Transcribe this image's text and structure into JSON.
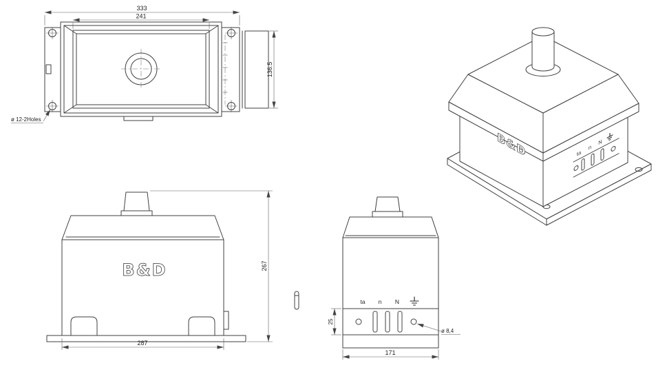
{
  "drawing": {
    "colors": {
      "line": "#3f3f3f",
      "dim": "#444444",
      "background": "#ffffff"
    },
    "views": {
      "top": {
        "dims": {
          "overall_width": "333",
          "inner_width": "241",
          "bracket_height": "136.5"
        },
        "hole_label": "ø 12-2Holes"
      },
      "front": {
        "dims": {
          "width": "287",
          "height": "267"
        },
        "logo": "B&D"
      },
      "side": {
        "dims": {
          "width": "171",
          "strip_height": "25"
        },
        "hole_label": "ø 8,4",
        "terminals": [
          "ta",
          "n",
          "N"
        ]
      },
      "iso": {
        "logo": "B&D",
        "terminals": [
          "ta",
          "n",
          "N"
        ]
      }
    }
  }
}
